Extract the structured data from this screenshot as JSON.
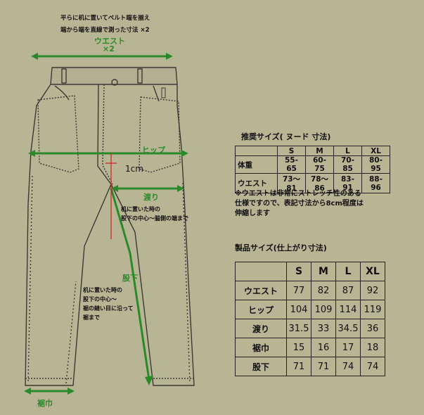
{
  "top_note": "平らに机に置いてベルト端を揃え\n端から端を直線で測った寸法 ×2",
  "labels": {
    "waist": "ウエスト",
    "waist_x2": "×2",
    "hip": "ヒップ",
    "offset": "1cm",
    "rise": "渡り",
    "rise_note": "机に置いた時の\n股下の中心～脇側の端まで",
    "inseam": "股下",
    "inseam_note": "机に置いた時の\n股下の中心～\n裾の縫い目に沿って\n裾まで",
    "hem": "裾巾"
  },
  "nude_table": {
    "title": "推奨サイズ( ヌード 寸法)",
    "headers": [
      "",
      "S",
      "M",
      "L",
      "XL"
    ],
    "rows": [
      [
        "体重",
        "55-65",
        "60-75",
        "70-85",
        "80-95"
      ],
      [
        "ウエスト",
        "73～81",
        "78～86",
        "83-91",
        "88-96"
      ]
    ]
  },
  "stretch_note": "※ウエストは非常にストレッチ性のある\n仕様ですので、表記寸法から8cm程度は\n伸縮します",
  "product_table": {
    "title": "製品サイズ(仕上がり寸法)",
    "headers": [
      "",
      "S",
      "M",
      "L",
      "XL"
    ],
    "rows": [
      [
        "ウエスト",
        "77",
        "82",
        "87",
        "92"
      ],
      [
        "ヒップ",
        "104",
        "109",
        "114",
        "119"
      ],
      [
        "渡り",
        "31.5",
        "33",
        "34.5",
        "36"
      ],
      [
        "裾巾",
        "15",
        "16",
        "17",
        "18"
      ],
      [
        "股下",
        "71",
        "71",
        "74",
        "74"
      ]
    ]
  },
  "colors": {
    "background": "#b8b595",
    "measure_green": "#2a8a2a",
    "guide_red": "#d22020"
  }
}
